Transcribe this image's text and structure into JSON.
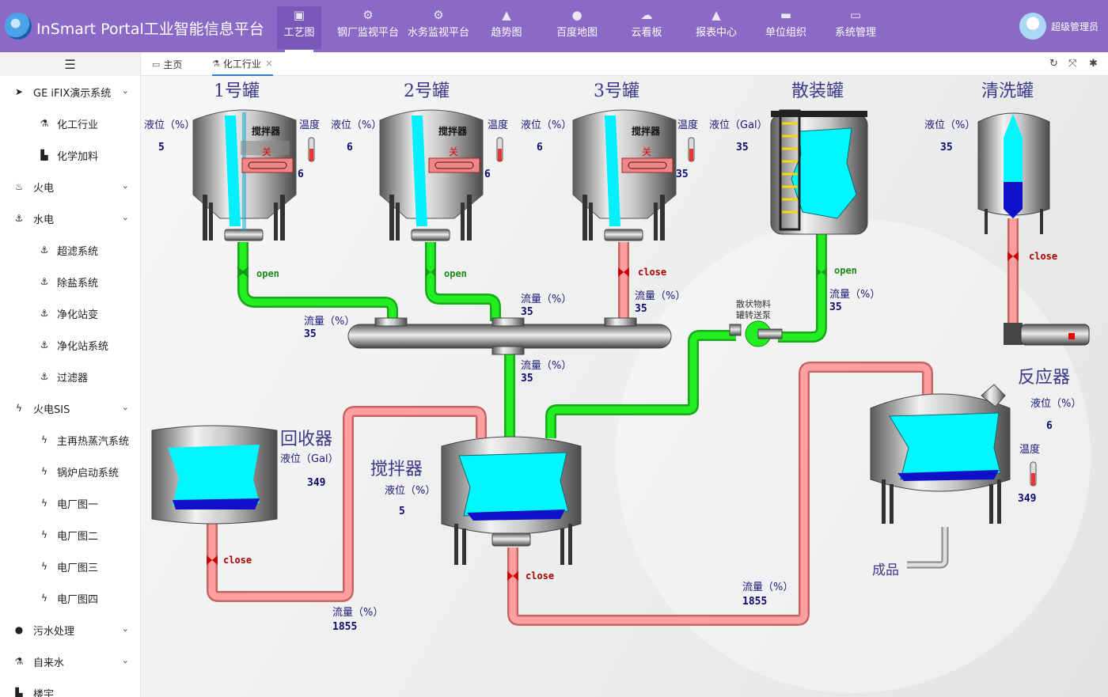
{
  "header": {
    "brand": "InSmart Portal工业智能信息平台",
    "user": "超级管理员",
    "nav": [
      {
        "label": "工艺图",
        "icon": "image-icon",
        "glyph": "▣"
      },
      {
        "label": "钢厂监视平台",
        "icon": "gears-icon",
        "glyph": "⚙"
      },
      {
        "label": "水务监视平台",
        "icon": "gears-icon",
        "glyph": "⚙"
      },
      {
        "label": "趋势图",
        "icon": "area-chart-icon",
        "glyph": "▲"
      },
      {
        "label": "百度地图",
        "icon": "map-marker-icon",
        "glyph": "●"
      },
      {
        "label": "云看板",
        "icon": "cloud-icon",
        "glyph": "☁"
      },
      {
        "label": "报表中心",
        "icon": "area-chart-icon",
        "glyph": "▲"
      },
      {
        "label": "单位组织",
        "icon": "coffee-icon",
        "glyph": "▬"
      },
      {
        "label": "系统管理",
        "icon": "desktop-icon",
        "glyph": "▭"
      }
    ]
  },
  "sidebar": {
    "items": [
      {
        "label": "GE iFIX演示系统",
        "icon": "send-icon",
        "glyph": "➤",
        "level": 1,
        "arrow": "⌄"
      },
      {
        "label": "化工行业",
        "icon": "flask-icon",
        "glyph": "⚗",
        "level": 2
      },
      {
        "label": "化学加料",
        "icon": "industry-icon",
        "glyph": "▙",
        "level": 2
      },
      {
        "label": "火电",
        "icon": "fire-icon",
        "glyph": "♨",
        "level": 1,
        "arrow": "⌄"
      },
      {
        "label": "水电",
        "icon": "anchor-icon",
        "glyph": "⚓",
        "level": 1,
        "arrow": "⌄"
      },
      {
        "label": "超滤系统",
        "icon": "anchor-icon",
        "glyph": "⚓",
        "level": 2
      },
      {
        "label": "除盐系统",
        "icon": "anchor-icon",
        "glyph": "⚓",
        "level": 2
      },
      {
        "label": "净化站变",
        "icon": "anchor-icon",
        "glyph": "⚓",
        "level": 2
      },
      {
        "label": "净化站系统",
        "icon": "anchor-icon",
        "glyph": "⚓",
        "level": 2
      },
      {
        "label": "过滤器",
        "icon": "anchor-icon",
        "glyph": "⚓",
        "level": 2
      },
      {
        "label": "火电SIS",
        "icon": "bolt-icon",
        "glyph": "ϟ",
        "level": 1,
        "arrow": "⌄"
      },
      {
        "label": "主再热蒸汽系统",
        "icon": "bolt-icon",
        "glyph": "ϟ",
        "level": 2
      },
      {
        "label": "锅炉启动系统",
        "icon": "bolt-icon",
        "glyph": "ϟ",
        "level": 2
      },
      {
        "label": "电厂图一",
        "icon": "bolt-icon",
        "glyph": "ϟ",
        "level": 2
      },
      {
        "label": "电厂图二",
        "icon": "bolt-icon",
        "glyph": "ϟ",
        "level": 2
      },
      {
        "label": "电厂图三",
        "icon": "bolt-icon",
        "glyph": "ϟ",
        "level": 2
      },
      {
        "label": "电厂图四",
        "icon": "bolt-icon",
        "glyph": "ϟ",
        "level": 2
      },
      {
        "label": "污水处理",
        "icon": "circle-icon",
        "glyph": "●",
        "level": 1,
        "arrow": "⌄"
      },
      {
        "label": "自来水",
        "icon": "flask-icon",
        "glyph": "⚗",
        "level": 1,
        "arrow": "⌄"
      },
      {
        "label": "楼宇",
        "icon": "building-icon",
        "glyph": "▙",
        "level": 1
      }
    ]
  },
  "tabs": [
    {
      "label": "主页",
      "icon": "desktop-icon",
      "glyph": "▭"
    },
    {
      "label": "化工行业",
      "icon": "flask-icon",
      "glyph": "⚗",
      "close": "×"
    }
  ],
  "tools": [
    {
      "name": "refresh-icon",
      "glyph": "↻"
    },
    {
      "name": "fullscreen-icon",
      "glyph": "⤧"
    },
    {
      "name": "settings-icon",
      "glyph": "✱"
    }
  ],
  "diagram": {
    "tank1": {
      "title": "1号罐",
      "level_label": "液位（%）",
      "level": "5",
      "temp_label": "温度",
      "temp": "6",
      "mixer": "搅拌器",
      "mixer_state": "关",
      "valve": "open"
    },
    "tank2": {
      "title": "2号罐",
      "level_label": "液位（%）",
      "level": "6",
      "temp_label": "温度",
      "temp": "6",
      "mixer": "搅拌器",
      "mixer_state": "关",
      "valve": "open"
    },
    "tank3": {
      "title": "3号罐",
      "level_label": "液位（%）",
      "level": "6",
      "temp_label": "温度",
      "temp": "35",
      "mixer": "搅拌器",
      "mixer_state": "关",
      "valve": "close"
    },
    "bulk": {
      "title": "散装罐",
      "level_label": "液位（Gal）",
      "level": "35",
      "valve": "open"
    },
    "wash": {
      "title": "清洗罐",
      "level_label": "液位（%）",
      "level": "35",
      "valve": "close"
    },
    "flow_label": "流量（%）",
    "flow1": "35",
    "flow2": "35",
    "flow3": "35",
    "flow_bulk": "35",
    "flow_mid": "35",
    "pump_label_1": "散状物料",
    "pump_label_2": "罐转送泵",
    "recovery": {
      "title": "回收器",
      "level_label": "液位（Gal）",
      "level": "349",
      "valve": "close"
    },
    "mixer_tank": {
      "title": "搅拌器",
      "level_label": "液位（%）",
      "level": "5",
      "valve": "close"
    },
    "reactor": {
      "title": "反应器",
      "level_label": "液位（%）",
      "level": "6",
      "temp_label": "温度",
      "temp": "349"
    },
    "flow_recovery": "1855",
    "flow_product": "1855",
    "product": "成品",
    "colors": {
      "open_pipe": "#22ee22",
      "closed_pipe": "#f08080",
      "liquid": "#00f7ff",
      "deep": "#1010c8",
      "valve_open": "#1a9a1a",
      "valve_close": "#cc0000"
    }
  }
}
